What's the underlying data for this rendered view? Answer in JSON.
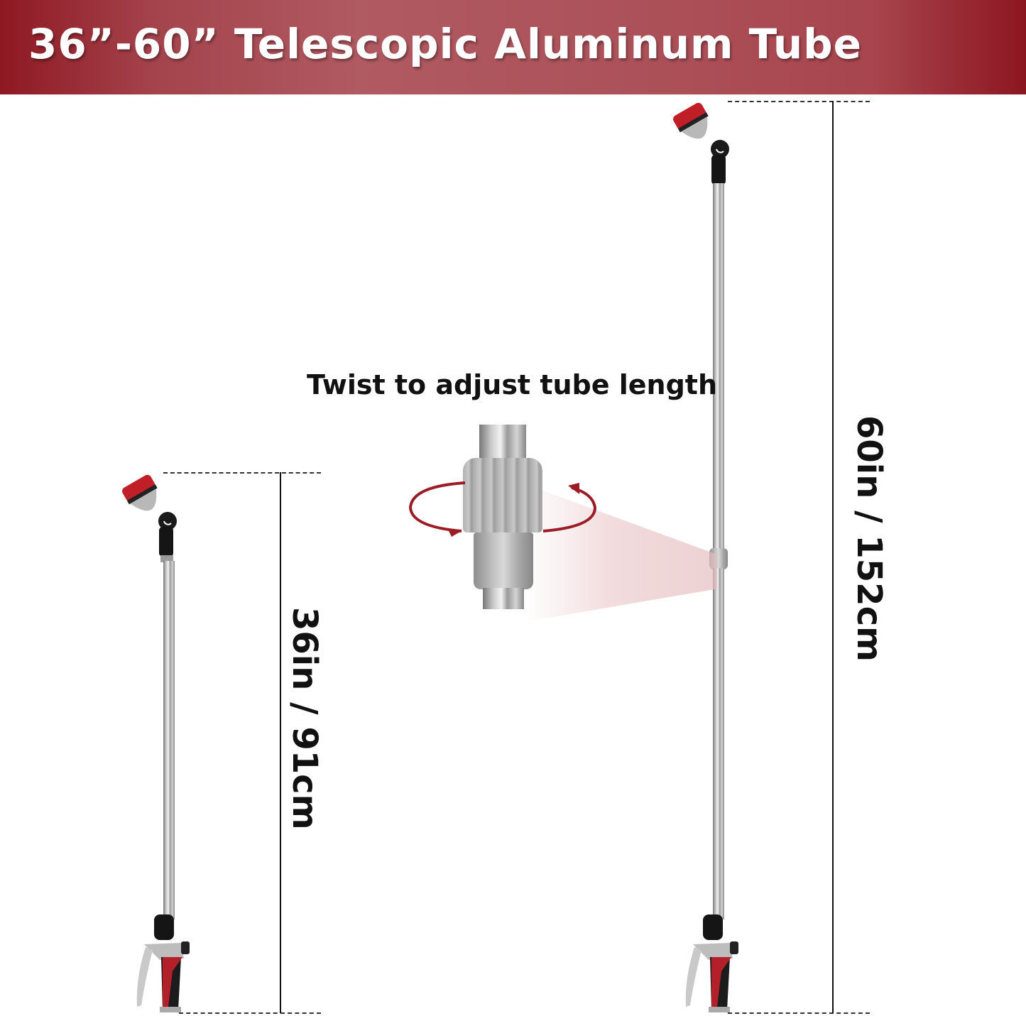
{
  "header": {
    "title": "36”-60” Telescopic Aluminum Tube"
  },
  "callout": {
    "label": "Twist to adjust tube length"
  },
  "dimensions": {
    "short": "36in / 91cm",
    "long": "60in / 152cm"
  },
  "colors": {
    "banner_red": "#a4434c",
    "accent_red": "#b5212b",
    "arrow_red": "#9c1c25"
  },
  "icons": {
    "rotate_arrows": "rotation-arrows-icon"
  }
}
